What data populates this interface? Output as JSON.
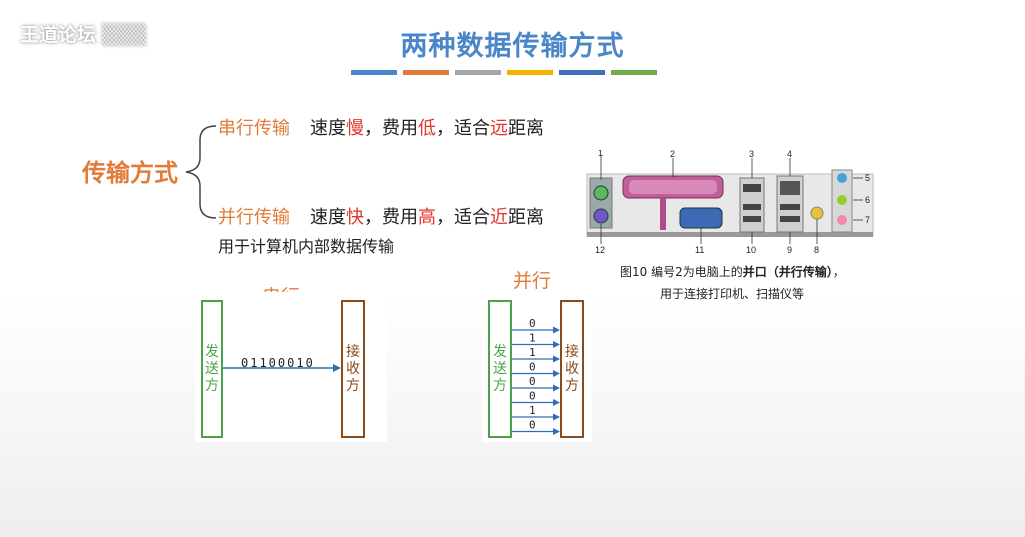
{
  "watermark": "王道论坛",
  "title": "两种数据传输方式",
  "colors": {
    "accent_blue": "#4a86c8",
    "accent_orange": "#e07b39",
    "red": "#e0342c",
    "green": "#4aa24a",
    "brown": "#8b4a1a"
  },
  "tree": {
    "root": "传输方式",
    "serial": {
      "head": "串行传输",
      "t1": "速度",
      "h1": "慢",
      "t2": "，费用",
      "h2": "低",
      "t3": "，适合",
      "h3": "远",
      "t4": "距离"
    },
    "parallel": {
      "head": "并行传输",
      "t1": "速度",
      "h1": "快",
      "t2": "，费用",
      "h2": "高",
      "t3": "，适合",
      "h3": "近",
      "t4": "距离",
      "note": "用于计算机内部数据传输"
    }
  },
  "serial_diagram": {
    "label": "串行",
    "sender": "发送方",
    "receiver": "接收方",
    "bits": "01100010"
  },
  "parallel_diagram": {
    "label": "并行",
    "sender": "发送方",
    "receiver": "接收方",
    "bits": [
      "0",
      "1",
      "1",
      "0",
      "0",
      "0",
      "1",
      "0"
    ]
  },
  "photo": {
    "numbers": [
      "1",
      "2",
      "3",
      "4",
      "5",
      "6",
      "7",
      "8",
      "9",
      "10",
      "11",
      "12"
    ],
    "caption_prefix": "图10  编号2为电脑上的",
    "caption_bold": "并口（并行传输）",
    "caption_suffix": "，",
    "caption_line2": "用于连接打印机、扫描仪等"
  }
}
